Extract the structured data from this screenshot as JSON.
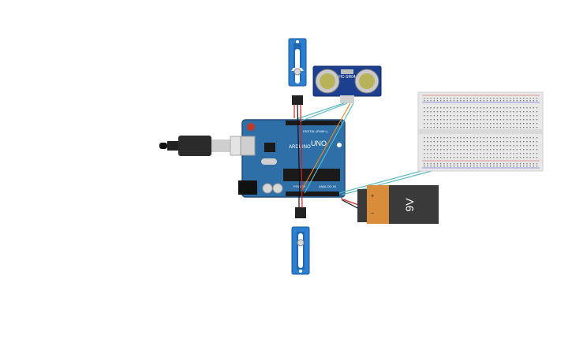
{
  "arduino": {
    "brand": "ARDUINO",
    "model": "UNO",
    "digital_label": "DIGITAL (PWM~)",
    "analog_label": "ANALOG IN",
    "power_label": "POWER"
  },
  "sensor": {
    "label": "HC-SR04"
  },
  "battery": {
    "label": "9V",
    "plus": "+",
    "minus": "−"
  },
  "colors": {
    "arduino_blue": "#2f6fa8",
    "servo_blue": "#2d7fd1",
    "battery_orange": "#d98c3a",
    "battery_dark": "#3a3a3a",
    "wire_cyan": "#5bb8c6",
    "wire_orange": "#e08a1a",
    "wire_red": "#cc2222",
    "wire_black": "#111111",
    "breadboard": "#e8e8e8"
  },
  "icons": [
    "usb-cable-icon",
    "servo-icon",
    "ultrasonic-sensor-icon",
    "battery-icon",
    "breadboard-icon"
  ]
}
